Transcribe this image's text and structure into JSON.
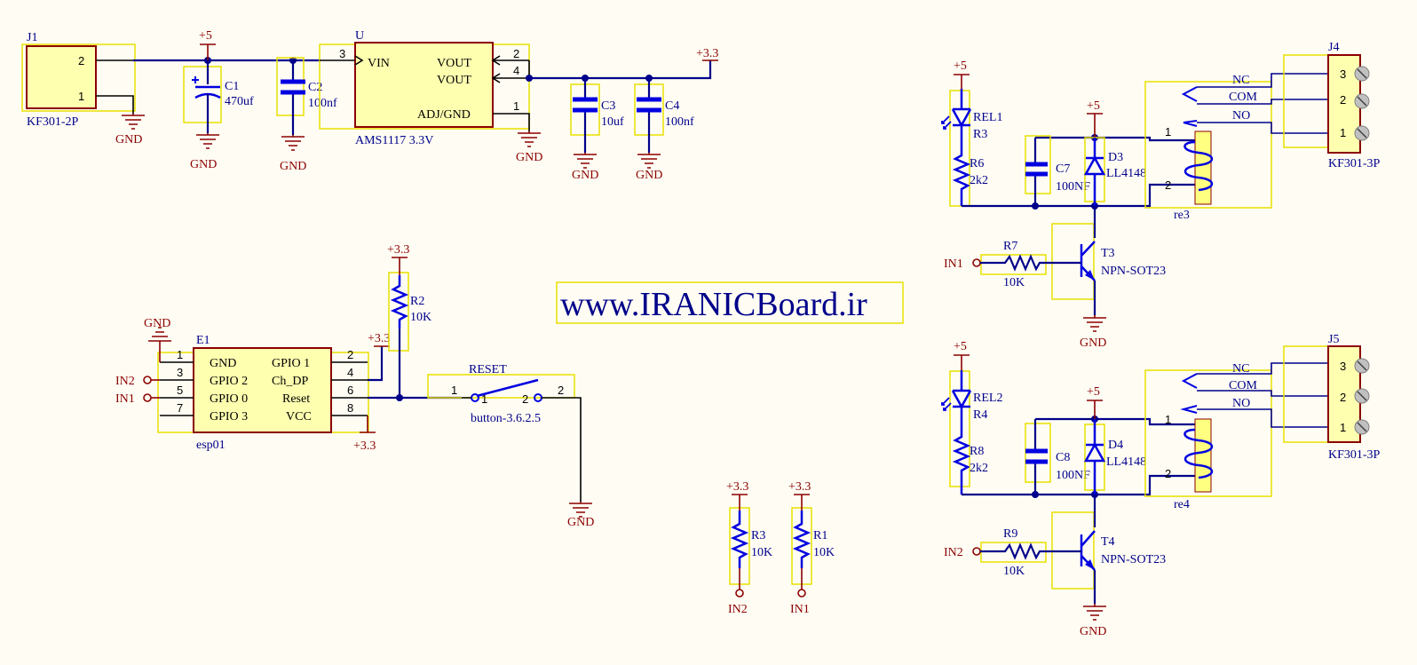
{
  "watermark": "www.IRANICBoard.ir",
  "nets": {
    "gnd": "GND",
    "v5": "+5",
    "v33": "+3.3",
    "in1": "IN1",
    "in2": "IN2"
  },
  "colors": {
    "background": "#FFFDF3",
    "wire": "#00008B",
    "power": "#8B0000",
    "component": "#0000E0",
    "body": "#FFFFB0",
    "highlight": "#E8E000"
  },
  "j1": {
    "ref": "J1",
    "value": "KF301-2P",
    "pins": [
      "2",
      "1"
    ]
  },
  "c1": {
    "ref": "C1",
    "value": "470uf"
  },
  "c2": {
    "ref": "C2",
    "value": "100nf"
  },
  "u": {
    "ref": "U",
    "value": "AMS1117 3.3V",
    "vin": "VIN",
    "vout": "VOUT",
    "adj": "ADJ/GND",
    "pins": [
      "3",
      "2",
      "4",
      "1"
    ]
  },
  "c3": {
    "ref": "C3",
    "value": "10uf"
  },
  "c4": {
    "ref": "C4",
    "value": "100nf"
  },
  "r2": {
    "ref": "R2",
    "value": "10K"
  },
  "e1": {
    "ref": "E1",
    "value": "esp01",
    "left": [
      {
        "pin": "1",
        "name": "GND"
      },
      {
        "pin": "3",
        "name": "GPIO 2"
      },
      {
        "pin": "5",
        "name": "GPIO 0"
      },
      {
        "pin": "7",
        "name": "GPIO 3"
      }
    ],
    "right": [
      {
        "pin": "2",
        "name": "GPIO 1"
      },
      {
        "pin": "4",
        "name": "Ch_DP"
      },
      {
        "pin": "6",
        "name": "Reset"
      },
      {
        "pin": "8",
        "name": "VCC"
      }
    ]
  },
  "reset": {
    "ref": "RESET",
    "value": "button-3.6.2.5",
    "pins": [
      "1",
      "1",
      "2",
      "2"
    ]
  },
  "r3b": {
    "ref": "R3",
    "value": "10K"
  },
  "r1": {
    "ref": "R1",
    "value": "10K"
  },
  "relay3": {
    "led": "REL1",
    "r_led": "R3",
    "r6": "R6",
    "r6v": "2k2",
    "c": "C7",
    "cv": "100NF",
    "d": "D3",
    "dv": "LL4148",
    "relay": "re3",
    "pin1": "1",
    "pin2": "2",
    "nc": "NC",
    "com": "COM",
    "no": "NO",
    "rb": "R7",
    "rbv": "10K",
    "t": "T3",
    "tv": "NPN-SOT23",
    "j": "J4",
    "jv": "KF301-3P",
    "jpins": [
      "3",
      "2",
      "1"
    ]
  },
  "relay4": {
    "led": "REL2",
    "r_led": "R4",
    "r6": "R8",
    "r6v": "2k2",
    "c": "C8",
    "cv": "100NF",
    "d": "D4",
    "dv": "LL4148",
    "relay": "re4",
    "pin1": "1",
    "pin2": "2",
    "nc": "NC",
    "com": "COM",
    "no": "NO",
    "rb": "R9",
    "rbv": "10K",
    "t": "T4",
    "tv": "NPN-SOT23",
    "j": "J5",
    "jv": "KF301-3P",
    "jpins": [
      "3",
      "2",
      "1"
    ]
  }
}
